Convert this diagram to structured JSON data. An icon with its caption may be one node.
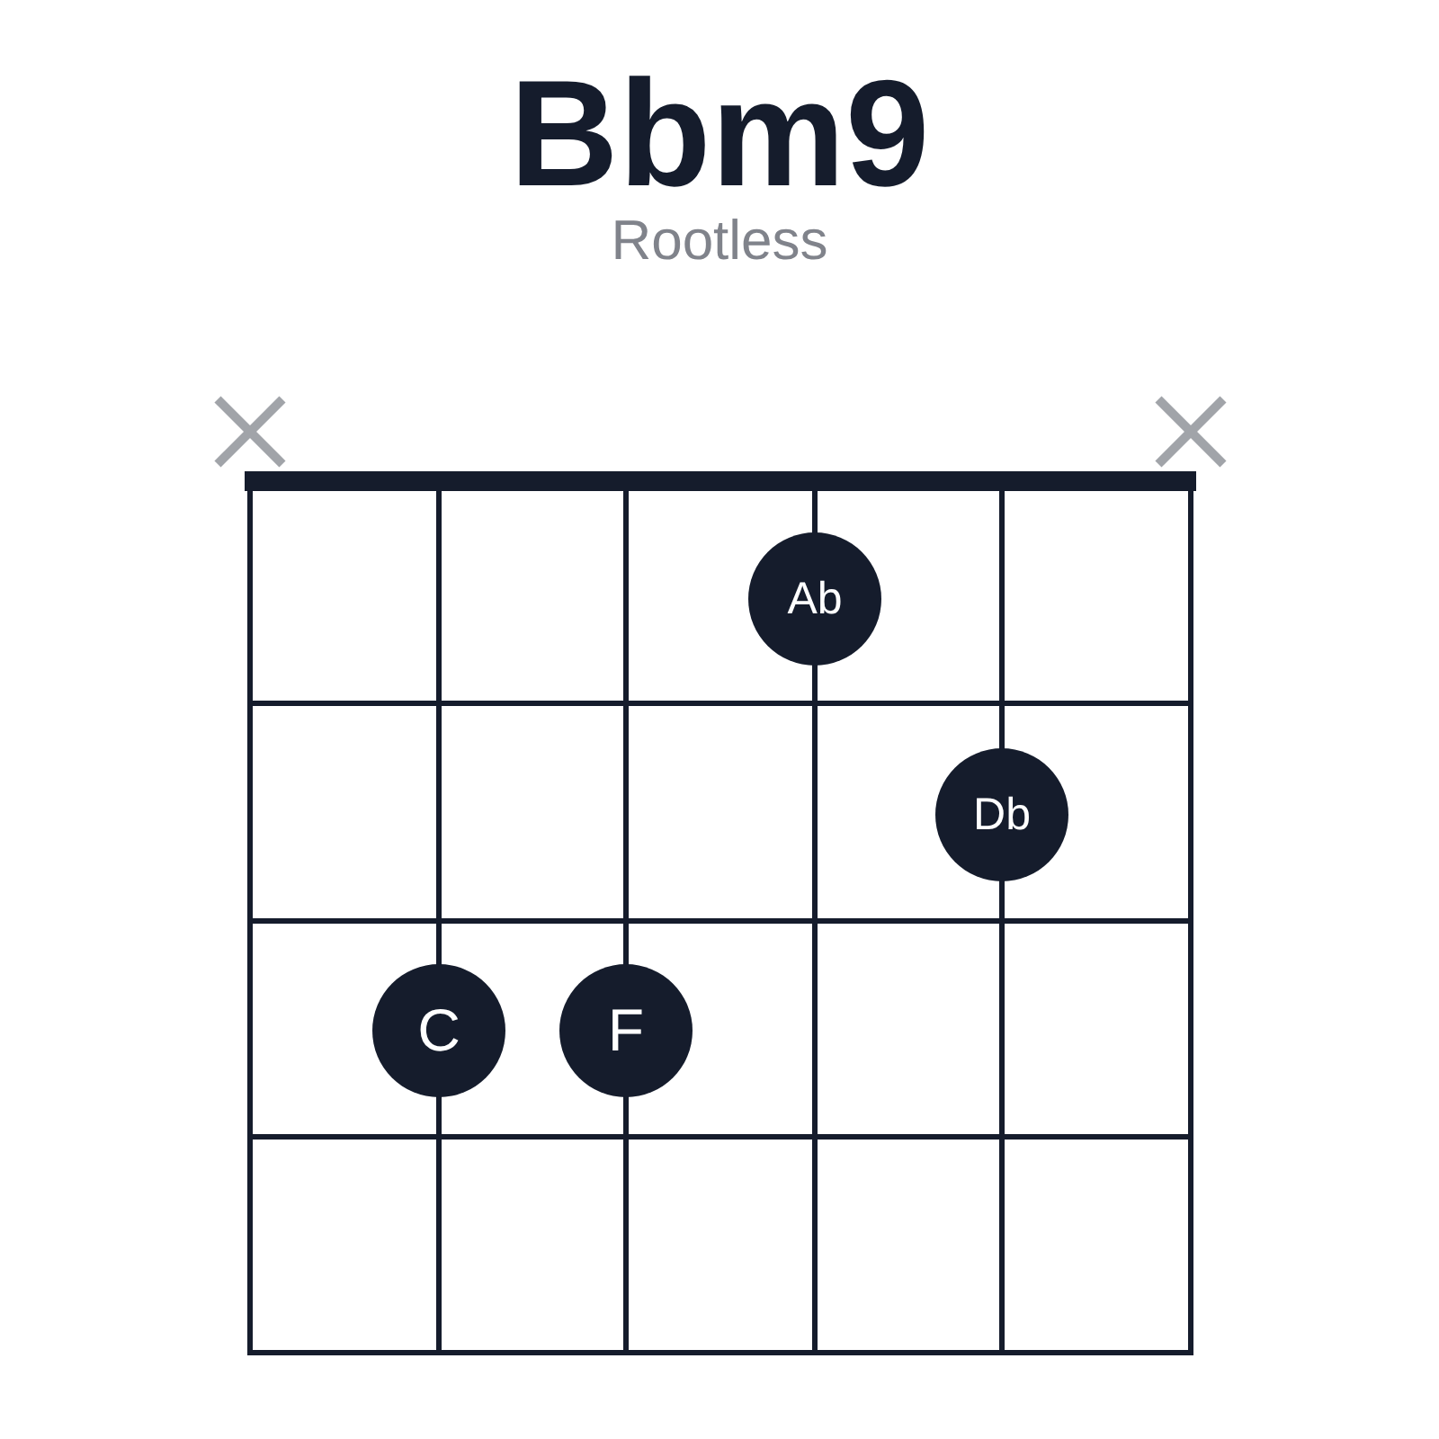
{
  "diagram": {
    "title": "Bbm9",
    "caption": "Rootless",
    "nodes": [
      {
        "text": [
          "Ab"
        ]
      },
      {
        "text": [
          "Db"
        ]
      },
      {
        "text": [
          "C"
        ]
      },
      {
        "text": [
          "F"
        ]
      }
    ]
  }
}
